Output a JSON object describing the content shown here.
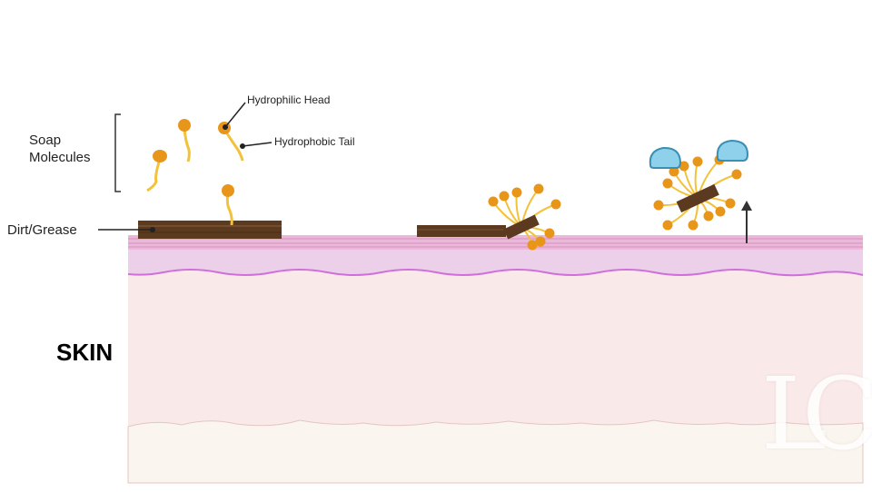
{
  "labels": {
    "soap_molecules": "Soap Molecules",
    "hydrophilic_head": "Hydrophilic Head",
    "hydrophobic_tail": "Hydrophobic Tail",
    "dirt_grease": "Dirt/Grease",
    "skin": "SKIN"
  },
  "watermark": "LC",
  "colors": {
    "head": "#e8961a",
    "tail": "#f2c23a",
    "dirt": "#5b3a1f",
    "water": "#8fd0ea",
    "skin_top": "#eab8d8",
    "skin_mid": "#ecd0ea",
    "skin_dermis": "#fae9e9",
    "skin_base": "#faf5ee"
  }
}
